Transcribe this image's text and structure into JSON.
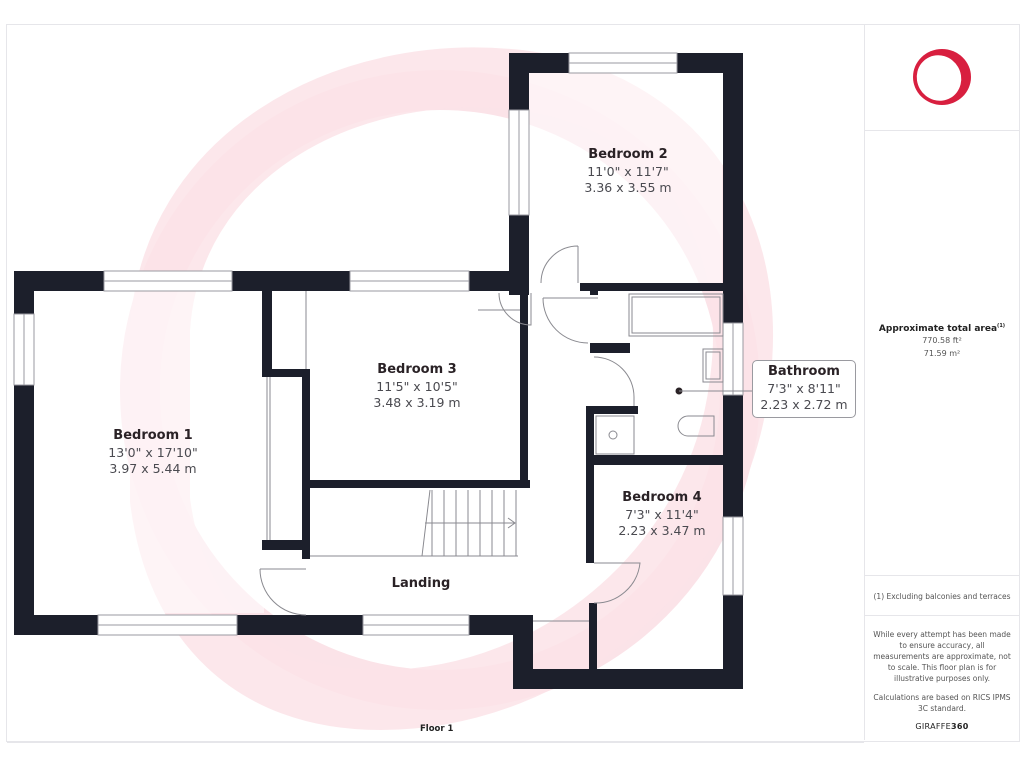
{
  "floor": {
    "label": "Floor 1"
  },
  "rooms": [
    {
      "name": "Bedroom 1",
      "imperial": "13'0\" x 17'10\"",
      "metric": "3.97 x 5.44 m"
    },
    {
      "name": "Bedroom 2",
      "imperial": "11'0\" x 11'7\"",
      "metric": "3.36 x 3.55 m"
    },
    {
      "name": "Bedroom 3",
      "imperial": "11'5\" x 10'5\"",
      "metric": "3.48 x 3.19 m"
    },
    {
      "name": "Bedroom 4",
      "imperial": "7'3\" x 11'4\"",
      "metric": "2.23 x 3.47 m"
    },
    {
      "name": "Bathroom",
      "imperial": "7'3\" x 8'11\"",
      "metric": "2.23 x 2.72 m"
    },
    {
      "name": "Landing"
    }
  ],
  "sidebar": {
    "logo_icon": "red-ring-logo",
    "area_title": "Approximate total area",
    "area_footnote_marker": "(1)",
    "area_sqft": "770.58 ft²",
    "area_sqm": "71.59 m²",
    "footnote": "(1) Excluding balconies and terraces",
    "disclaimer": "While every attempt has been made to ensure accuracy, all measurements are approximate, not to scale. This floor plan is for illustrative purposes only.",
    "calculation_note": "Calculations are based on RICS IPMS 3C standard.",
    "brand_prefix": "GIRAFFE",
    "brand_suffix": "360"
  },
  "colors": {
    "wall": "#1c1f2b",
    "watermark": "#fbe3e8",
    "logo_red": "#d81f3f",
    "window": "#ffffff",
    "fixture_line": "#8a8a90"
  }
}
